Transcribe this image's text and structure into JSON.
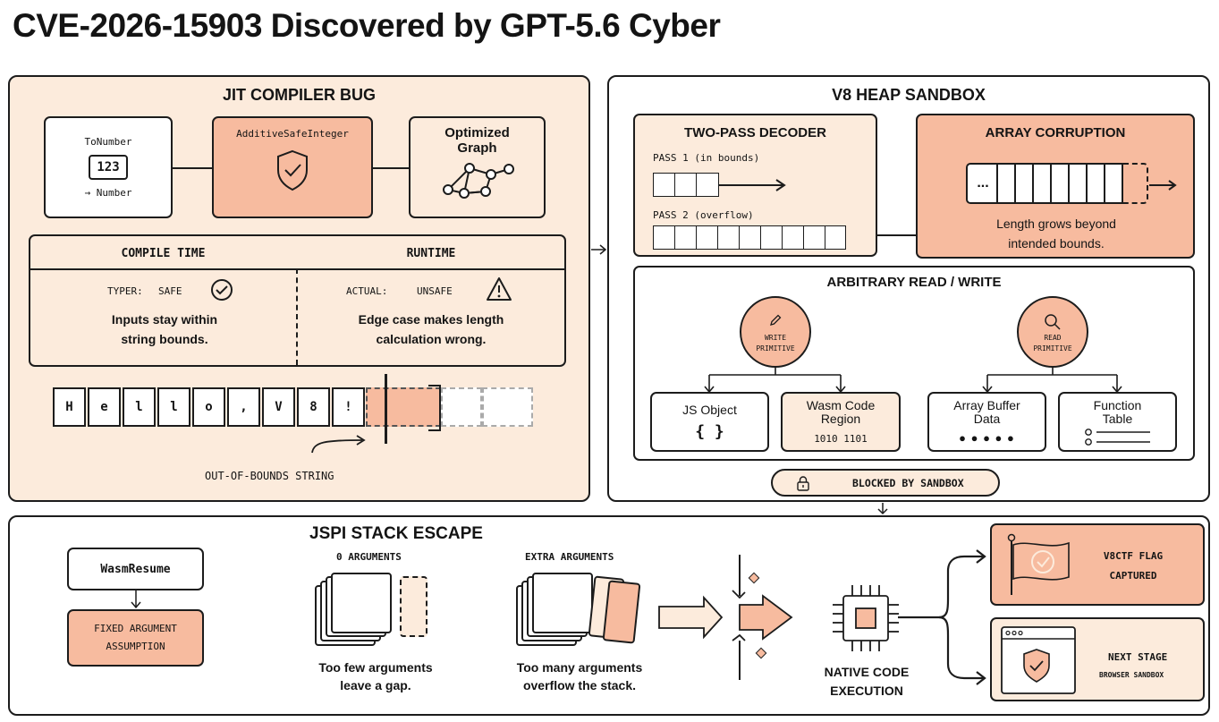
{
  "title": "CVE-2026-15903 Discovered by GPT-5.6 Cyber",
  "jit": {
    "title": "JIT COMPILER BUG",
    "tonumber": {
      "label": "ToNumber",
      "value": "123",
      "result": "→ Number"
    },
    "safe_integer": "AdditiveSafeInteger",
    "optimized_graph": "Optimized Graph",
    "compile_time": {
      "title": "COMPILE TIME",
      "key": "TYPER:",
      "value": "SAFE",
      "desc": "Inputs stay within string bounds."
    },
    "runtime": {
      "title": "RUNTIME",
      "key": "ACTUAL:",
      "value": "UNSAFE",
      "desc": "Edge case makes length calculation wrong."
    },
    "string_chars": [
      "H",
      "e",
      "l",
      "l",
      "o",
      ",",
      "V",
      "8",
      "!"
    ],
    "oob_label": "OUT-OF-BOUNDS STRING"
  },
  "heap": {
    "title": "V8 HEAP SANDBOX",
    "decoder": {
      "title": "TWO-PASS DECODER",
      "pass1": "PASS 1 (in bounds)",
      "pass2": "PASS 2 (overflow)"
    },
    "corruption": {
      "title": "ARRAY CORRUPTION",
      "ellipsis": "...",
      "desc": "Length grows beyond intended bounds."
    },
    "rw": {
      "title": "ARBITRARY READ / WRITE",
      "write_primitive": "WRITE PRIMITIVE",
      "read_primitive": "READ PRIMITIVE",
      "js_object": {
        "label": "JS Object",
        "glyph": "{ }"
      },
      "wasm_region": {
        "label": "Wasm Code Region",
        "bits": "1010 1101"
      },
      "array_buffer": {
        "label": "Array Buffer Data",
        "dots": "● ● ● ● ●"
      },
      "function_table": {
        "label": "Function Table"
      }
    },
    "blocked": "BLOCKED BY SANDBOX"
  },
  "jspi": {
    "title": "JSPI STACK ESCAPE",
    "wasm_resume": "WasmResume",
    "fixed_arg": "FIXED ARGUMENT ASSUMPTION",
    "zero_args": {
      "label": "0 ARGUMENTS",
      "desc": "Too few arguments leave a gap."
    },
    "extra_args": {
      "label": "EXTRA ARGUMENTS",
      "desc": "Too many arguments overflow the stack."
    },
    "native": "NATIVE CODE EXECUTION",
    "flag": "V8CTF FLAG CAPTURED",
    "next_stage": {
      "label": "NEXT STAGE",
      "sub": "BROWSER SANDBOX"
    }
  },
  "colors": {
    "peach": "#f7bb9f",
    "cream": "#fcebdc",
    "ink": "#1c1c1c"
  }
}
